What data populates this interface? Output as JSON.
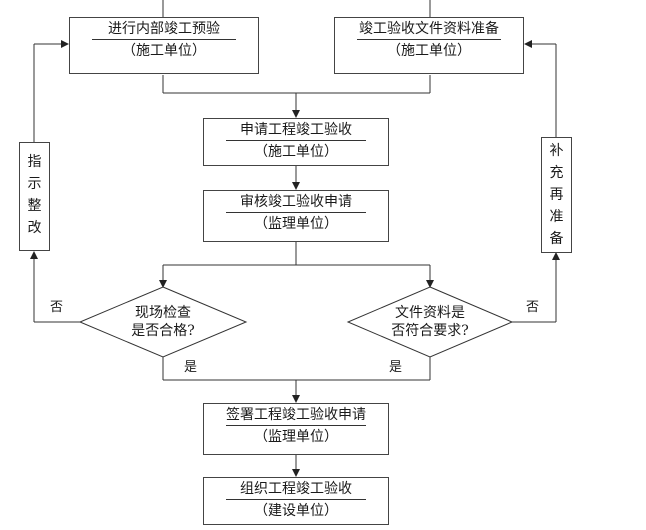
{
  "nodes": {
    "internal_inspection": {
      "line1": "进行内部竣工预验",
      "line2": "（施工单位）"
    },
    "docs_prep": {
      "line1": "竣工验收文件资料准备",
      "line2": "（施工单位）"
    },
    "apply": {
      "line1": "申请工程竣工验收",
      "line2": "（施工单位）"
    },
    "review": {
      "line1": "审核竣工验收申请",
      "line2": "（监理单位）"
    },
    "sign": {
      "line1": "签署工程竣工验收申请",
      "line2": "（监理单位）"
    },
    "organize": {
      "line1": "组织工程竣工验收",
      "line2": "（建设单位）"
    }
  },
  "side_boxes": {
    "rectify": [
      "指",
      "示",
      "整",
      "改"
    ],
    "supplement": [
      "补",
      "充",
      "再",
      "准",
      "备"
    ]
  },
  "decisions": {
    "site_check": {
      "line1": "现场检查",
      "line2": "是否合格?"
    },
    "docs_check": {
      "line1": "文件资料是",
      "line2": "否符合要求?"
    }
  },
  "edge_labels": {
    "left_no": "否",
    "right_no": "否",
    "left_yes": "是",
    "right_yes": "是"
  }
}
